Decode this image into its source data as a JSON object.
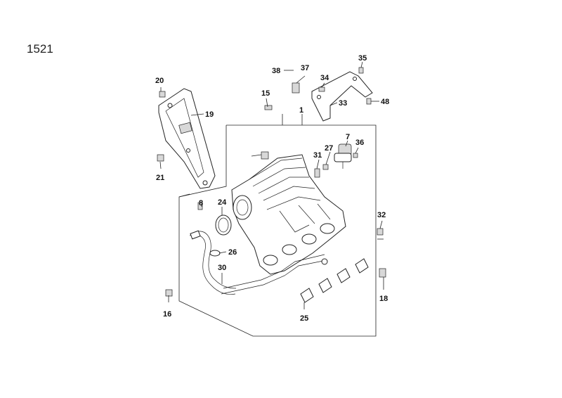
{
  "diagram": {
    "page_number": "1521",
    "callouts": [
      {
        "id": "c1",
        "label": "1"
      },
      {
        "id": "c7",
        "label": "7"
      },
      {
        "id": "c8",
        "label": "8"
      },
      {
        "id": "c15",
        "label": "15"
      },
      {
        "id": "c16",
        "label": "16"
      },
      {
        "id": "c18",
        "label": "18"
      },
      {
        "id": "c19",
        "label": "19"
      },
      {
        "id": "c20",
        "label": "20"
      },
      {
        "id": "c21",
        "label": "21"
      },
      {
        "id": "c24",
        "label": "24"
      },
      {
        "id": "c25",
        "label": "25"
      },
      {
        "id": "c26",
        "label": "26"
      },
      {
        "id": "c27",
        "label": "27"
      },
      {
        "id": "c30",
        "label": "30"
      },
      {
        "id": "c31",
        "label": "31"
      },
      {
        "id": "c32",
        "label": "32"
      },
      {
        "id": "c33",
        "label": "33"
      },
      {
        "id": "c34",
        "label": "34"
      },
      {
        "id": "c35",
        "label": "35"
      },
      {
        "id": "c36",
        "label": "36"
      },
      {
        "id": "c37",
        "label": "37"
      },
      {
        "id": "c38",
        "label": "38"
      },
      {
        "id": "c48",
        "label": "48"
      }
    ]
  }
}
